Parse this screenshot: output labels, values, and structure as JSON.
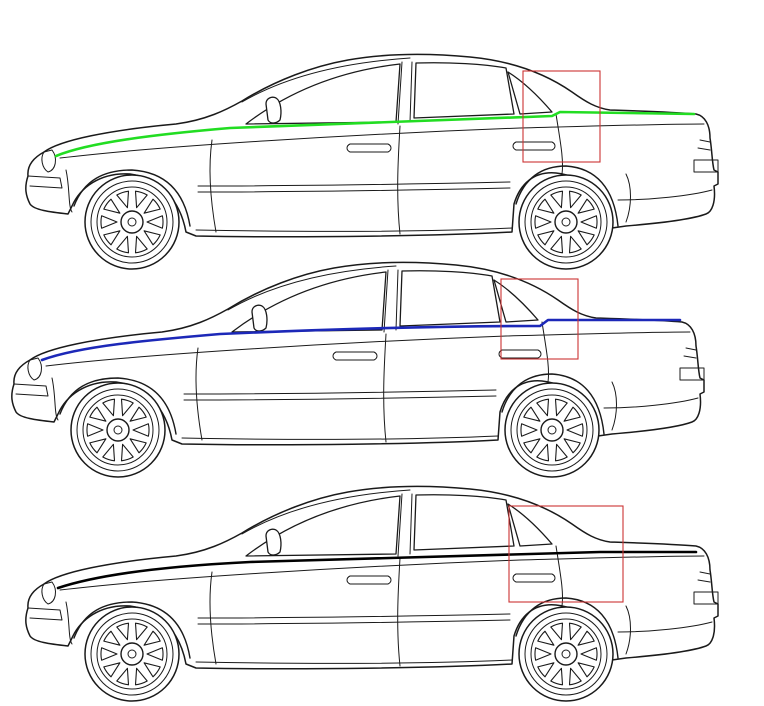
{
  "figure": {
    "views": [
      {
        "id": "car-top",
        "accent_color": "#22dd22",
        "highlight_box_color": "#cc3333"
      },
      {
        "id": "car-middle",
        "accent_color": "#1c28b8",
        "highlight_box_color": "#cc3333"
      },
      {
        "id": "car-bottom",
        "accent_color": "#000000",
        "highlight_box_color": "#cc3333"
      }
    ]
  }
}
